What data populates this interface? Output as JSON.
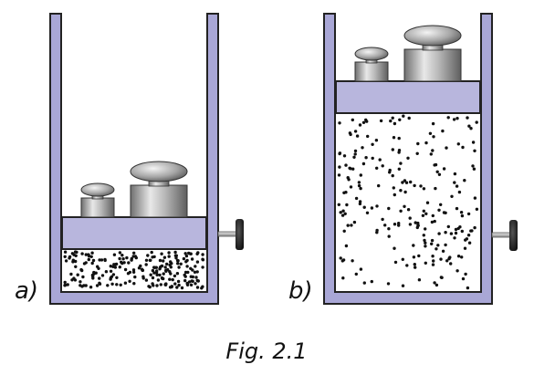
{
  "panels": [
    {
      "label": "a)"
    },
    {
      "label": "b)"
    }
  ],
  "caption": "Fig. 2.1",
  "colors": {
    "wall": "#a9a7d6",
    "wall_stroke": "#222222",
    "gas_dot": "#111111",
    "weight_metal": "#a8a8a8",
    "stem": "#c0c0c0"
  },
  "icons": [
    "cylinder-icon",
    "piston-icon",
    "weight-icon",
    "valve-icon",
    "gas-particles-icon"
  ]
}
